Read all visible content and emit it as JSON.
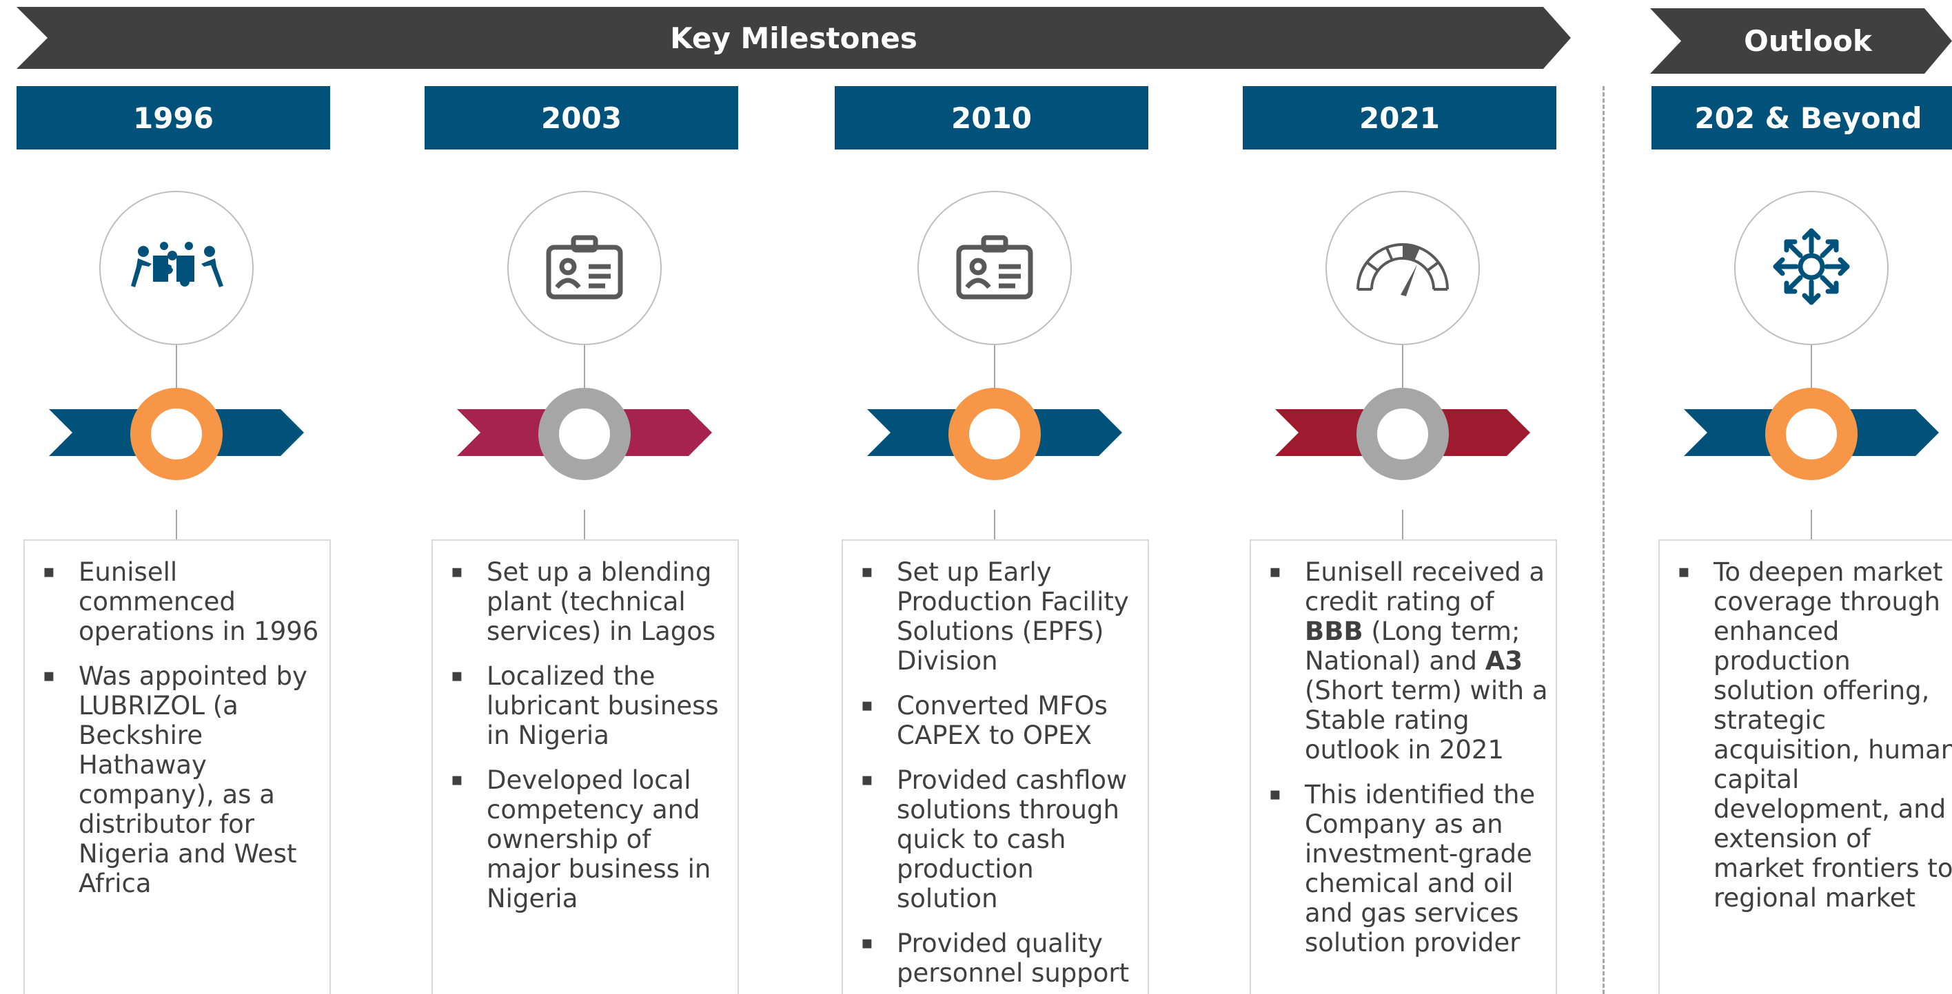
{
  "header": {
    "milestones_title": "Key Milestones",
    "outlook_title": "Outlook"
  },
  "colors": {
    "navy": "#00527a",
    "magenta": "#a6234f",
    "crimson": "#9e1b2f",
    "orange": "#f79646",
    "gray": "#a6a6a6",
    "banner": "#404040"
  },
  "columns": [
    {
      "year": "1996",
      "icon": "teamwork-puzzle-icon",
      "arrow_color": "#00527a",
      "ring_color": "#f79646",
      "bullets": [
        {
          "parts": [
            {
              "text": "Eunisell commenced operations in 1996",
              "bold": false
            }
          ]
        },
        {
          "parts": [
            {
              "text": "Was appointed by LUBRIZOL (a Beckshire Hathaway company), as a distributor for Nigeria and West Africa",
              "bold": false
            }
          ]
        }
      ]
    },
    {
      "year": "2003",
      "icon": "id-badge-icon",
      "arrow_color": "#a6234f",
      "ring_color": "#a6a6a6",
      "bullets": [
        {
          "parts": [
            {
              "text": "Set up a blending plant (technical services) in Lagos",
              "bold": false
            }
          ]
        },
        {
          "parts": [
            {
              "text": "Localized the lubricant business in Nigeria",
              "bold": false
            }
          ]
        },
        {
          "parts": [
            {
              "text": "Developed local competency and ownership of major business in Nigeria",
              "bold": false
            }
          ]
        }
      ]
    },
    {
      "year": "2010",
      "icon": "id-badge-icon",
      "arrow_color": "#00527a",
      "ring_color": "#f79646",
      "bullets": [
        {
          "parts": [
            {
              "text": "Set up Early Production Facility Solutions (EPFS) Division",
              "bold": false
            }
          ]
        },
        {
          "parts": [
            {
              "text": "Converted MFOs CAPEX to OPEX",
              "bold": false
            }
          ]
        },
        {
          "parts": [
            {
              "text": "Provided cashflow solutions through quick to cash production solution",
              "bold": false
            }
          ]
        },
        {
          "parts": [
            {
              "text": "Provided quality personnel support",
              "bold": false
            }
          ]
        }
      ]
    },
    {
      "year": "2021",
      "icon": "gauge-icon",
      "arrow_color": "#9e1b2f",
      "ring_color": "#a6a6a6",
      "bullets": [
        {
          "parts": [
            {
              "text": "Eunisell received a credit rating of ",
              "bold": false
            },
            {
              "text": "BBB",
              "bold": true
            },
            {
              "text": " (Long term; National) and ",
              "bold": false
            },
            {
              "text": "A3",
              "bold": true
            },
            {
              "text": " (Short term) with a Stable rating outlook in 2021",
              "bold": false
            }
          ]
        },
        {
          "parts": [
            {
              "text": "This identified the Company as an investment-grade chemical  and oil and gas services solution provider",
              "bold": false
            }
          ]
        }
      ]
    },
    {
      "year": "202 & Beyond",
      "icon": "expand-arrows-icon",
      "arrow_color": "#00527a",
      "ring_color": "#f79646",
      "bullets": [
        {
          "parts": [
            {
              "text": "To deepen market coverage through enhanced production solution offering, strategic acquisition, human capital development, and extension of market frontiers to regional market",
              "bold": false
            }
          ]
        }
      ]
    }
  ]
}
